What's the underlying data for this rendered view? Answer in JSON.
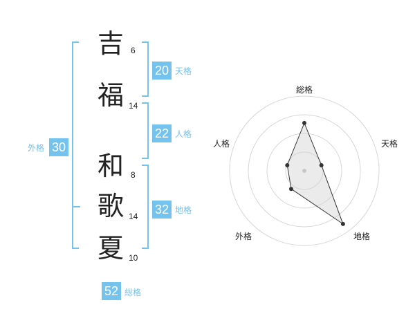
{
  "name": {
    "surname": [
      {
        "char": "吉",
        "strokes": "6"
      },
      {
        "char": "福",
        "strokes": "14"
      }
    ],
    "given": [
      {
        "char": "和",
        "strokes": "8"
      },
      {
        "char": "歌",
        "strokes": "14"
      },
      {
        "char": "夏",
        "strokes": "10"
      }
    ]
  },
  "scores": {
    "tenkaku": {
      "label": "天格",
      "value": "20"
    },
    "jinkaku": {
      "label": "人格",
      "value": "22"
    },
    "chikaku": {
      "label": "地格",
      "value": "32"
    },
    "gaikaku": {
      "label": "外格",
      "value": "30"
    },
    "soukaku": {
      "label": "総格",
      "value": "52"
    }
  },
  "accent_color": "#74c2ee",
  "chart_data": {
    "type": "radar",
    "axes": [
      "総格",
      "天格",
      "地格",
      "外格",
      "人格"
    ],
    "values": [
      3.2,
      1.2,
      4.4,
      1.5,
      1.2
    ],
    "max": 5,
    "rings": 4
  }
}
